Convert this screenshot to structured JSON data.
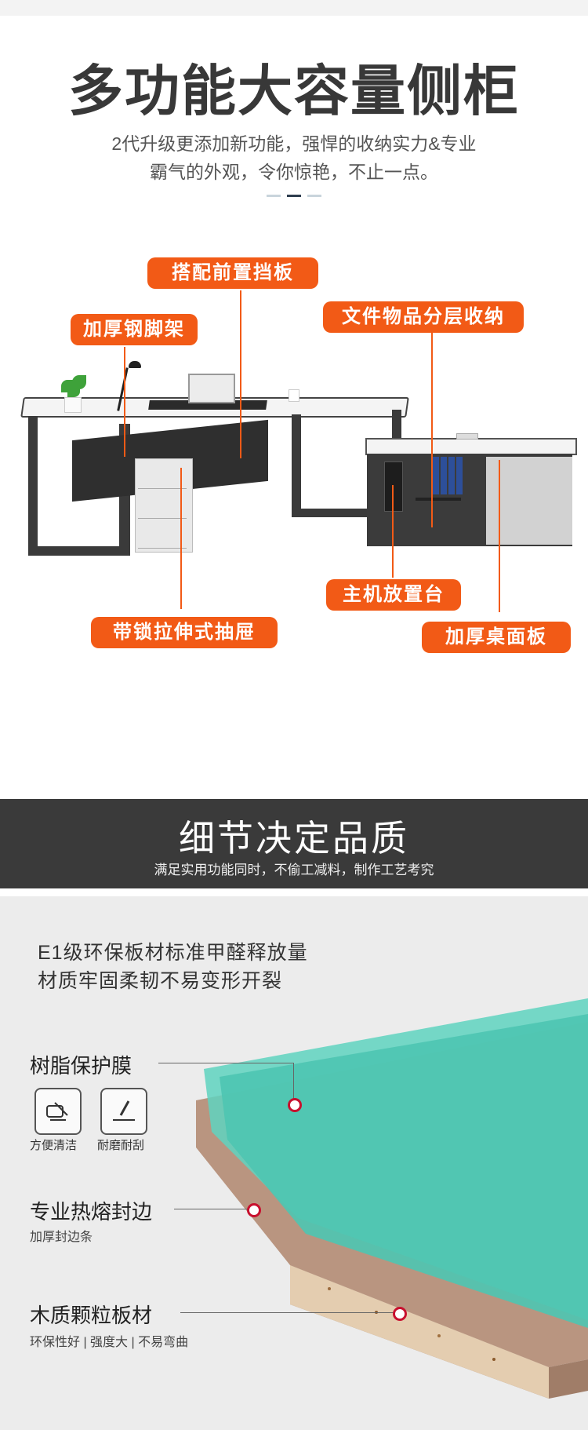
{
  "hero": {
    "title": "多功能大容量侧柜",
    "subtitle_line1": "2代升级更添加新功能，强悍的收纳实力&专业",
    "subtitle_line2": "霸气的外观，令你惊艳，不止一点。"
  },
  "callouts": {
    "front_panel": "搭配前置挡板",
    "steel_frame": "加厚钢脚架",
    "file_storage": "文件物品分层收纳",
    "host_stand": "主机放置台",
    "lock_drawer": "带锁拉伸式抽屉",
    "thick_top": "加厚桌面板"
  },
  "detail": {
    "heading": "细节决定品质",
    "subheading": "满足实用功能同时，不偷工减料，制作工艺考究",
    "intro_line1": "E1级环保板材标准甲醛释放量",
    "intro_line2": "材质牢固柔韧不易变形开裂",
    "layers": [
      {
        "title": "树脂保护膜",
        "caption": ""
      },
      {
        "title": "专业热熔封边",
        "caption": "加厚封边条"
      },
      {
        "title": "木质颗粒板材",
        "caption": "环保性好 | 强度大 | 不易弯曲"
      }
    ],
    "features": [
      {
        "label": "方便清洁",
        "icon": "hand-wipe-icon"
      },
      {
        "label": "耐磨耐刮",
        "icon": "scratch-pen-icon"
      }
    ]
  },
  "colors": {
    "accent": "#f25a16",
    "band": "#3a3a3a",
    "resin": "#5fd3bf",
    "wood": "#b99580",
    "marker": "#c8102e"
  }
}
